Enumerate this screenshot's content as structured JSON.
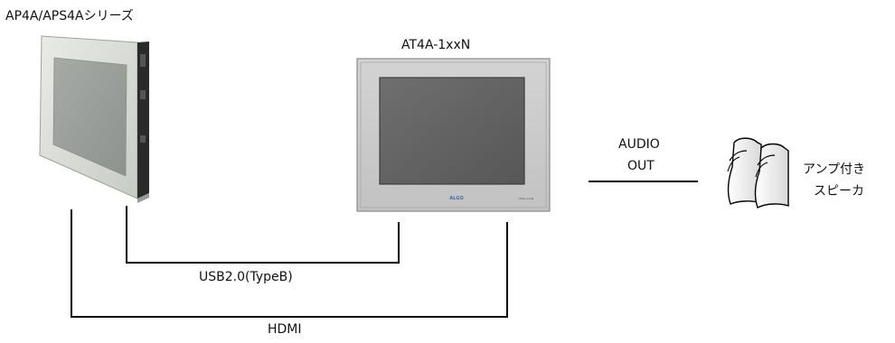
{
  "diagram": {
    "source_device": {
      "label": "AP4A/APS4Aシリーズ"
    },
    "panel_device": {
      "label": "AT4A-1xxN",
      "logo": "ALGO",
      "model_mark": "AT4A-1xxN"
    },
    "speaker": {
      "label_line1": "アンプ付き",
      "label_line2": "スピーカ"
    },
    "links": {
      "audio_line1": "AUDIO",
      "audio_line2": "OUT",
      "usb": "USB2.0(TypeB)",
      "hdmi": "HDMI"
    }
  }
}
